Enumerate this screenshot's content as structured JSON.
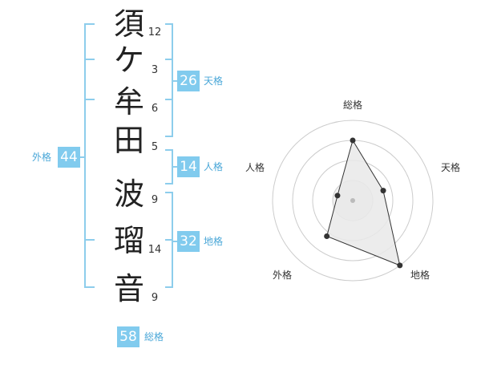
{
  "name": {
    "characters": [
      {
        "char": "須",
        "strokes": "12"
      },
      {
        "char": "ケ",
        "strokes": "3"
      },
      {
        "char": "牟",
        "strokes": "6"
      },
      {
        "char": "田",
        "strokes": "5"
      },
      {
        "char": "波",
        "strokes": "9"
      },
      {
        "char": "瑠",
        "strokes": "14"
      },
      {
        "char": "音",
        "strokes": "9"
      }
    ]
  },
  "kakusu": {
    "tenkaku": {
      "value": "26",
      "label": "天格"
    },
    "jinkaku": {
      "value": "14",
      "label": "人格"
    },
    "chikaku": {
      "value": "32",
      "label": "地格"
    },
    "gaikaku": {
      "value": "44",
      "label": "外格"
    },
    "soukaku": {
      "value": "58",
      "label": "総格"
    }
  },
  "chart_data": {
    "type": "radar",
    "axes": [
      "総格",
      "天格",
      "地格",
      "外格",
      "人格"
    ],
    "values": [
      0.75,
      0.4,
      1.0,
      0.55,
      0.2
    ],
    "rings": 4,
    "grid": true,
    "legend": "none"
  },
  "colors": {
    "accent": "#81cbee",
    "accent_text": "#4aa7d8",
    "bracket": "#8dcdec",
    "grid": "#cccccc",
    "ring_fill": "#f2f2f2",
    "polygon_fill": "#e9e9e9",
    "polygon_stroke": "#333333",
    "center_dot": "#bbbbbb"
  }
}
